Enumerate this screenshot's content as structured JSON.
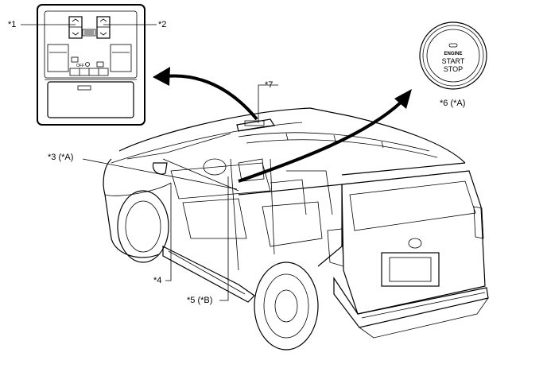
{
  "callouts": {
    "c1": "*1",
    "c2": "*2",
    "c3": "*3 (*A)",
    "c4": "*4",
    "c5": "*5 (*B)",
    "c6": "*6 (*A)",
    "c7": "*7"
  },
  "start_button": {
    "line1": "ENGINE",
    "line2": "START",
    "line3": "STOP"
  },
  "overhead_console": {
    "off_label": "OFF"
  },
  "colors": {
    "ink": "#000000",
    "background": "#ffffff"
  }
}
